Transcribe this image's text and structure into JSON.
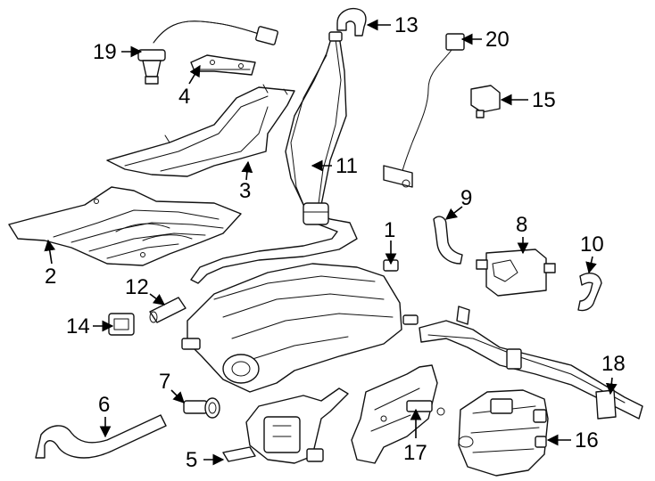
{
  "callouts": [
    {
      "id": "1",
      "label": "1"
    },
    {
      "id": "2",
      "label": "2"
    },
    {
      "id": "3",
      "label": "3"
    },
    {
      "id": "4",
      "label": "4"
    },
    {
      "id": "5",
      "label": "5"
    },
    {
      "id": "6",
      "label": "6"
    },
    {
      "id": "7",
      "label": "7"
    },
    {
      "id": "8",
      "label": "8"
    },
    {
      "id": "9",
      "label": "9"
    },
    {
      "id": "10",
      "label": "10"
    },
    {
      "id": "11",
      "label": "11"
    },
    {
      "id": "12",
      "label": "12"
    },
    {
      "id": "13",
      "label": "13"
    },
    {
      "id": "14",
      "label": "14"
    },
    {
      "id": "15",
      "label": "15"
    },
    {
      "id": "16",
      "label": "16"
    },
    {
      "id": "17",
      "label": "17"
    },
    {
      "id": "18",
      "label": "18"
    },
    {
      "id": "19",
      "label": "19"
    },
    {
      "id": "20",
      "label": "20"
    }
  ],
  "colors": {
    "line": "#111111",
    "background": "#ffffff"
  }
}
